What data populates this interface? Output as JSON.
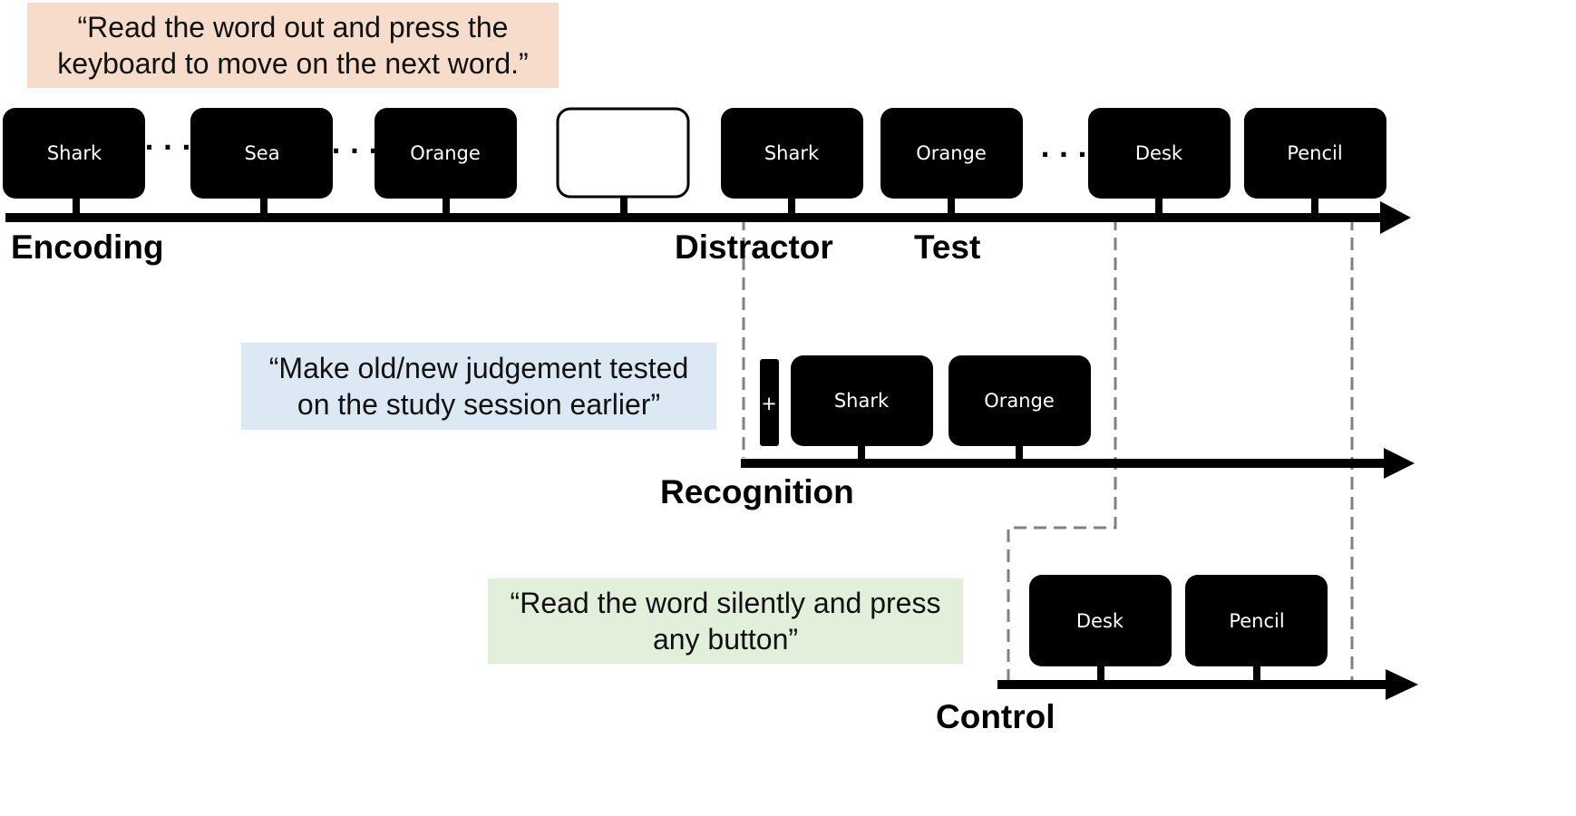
{
  "instructions": {
    "encoding": {
      "line1": "“Read the word out and press the",
      "line2": "keyboard to move on the next word.”",
      "bg": "#f8dccb"
    },
    "recognition": {
      "line1": "“Make old/new judgement tested",
      "line2": "on the study session earlier”",
      "bg": "#dde8f5"
    },
    "control": {
      "line1": "“Read the word silently and press",
      "line2": "any button”",
      "bg": "#e2efda"
    }
  },
  "phases": {
    "encoding": "Encoding",
    "distractor": "Distractor",
    "test": "Test",
    "recognition": "Recognition",
    "control": "Control"
  },
  "screens": {
    "top": [
      "Shark",
      "Sea",
      "Orange",
      "",
      "Shark",
      "Orange",
      "Desk",
      "Pencil"
    ],
    "recognition": [
      "Shark",
      "Orange"
    ],
    "control": [
      "Desk",
      "Pencil"
    ]
  },
  "fixation": "+",
  "ellipsis": "· · ·",
  "colors": {
    "screen": "#000000",
    "line": "#000000",
    "dashed": "#808080"
  }
}
